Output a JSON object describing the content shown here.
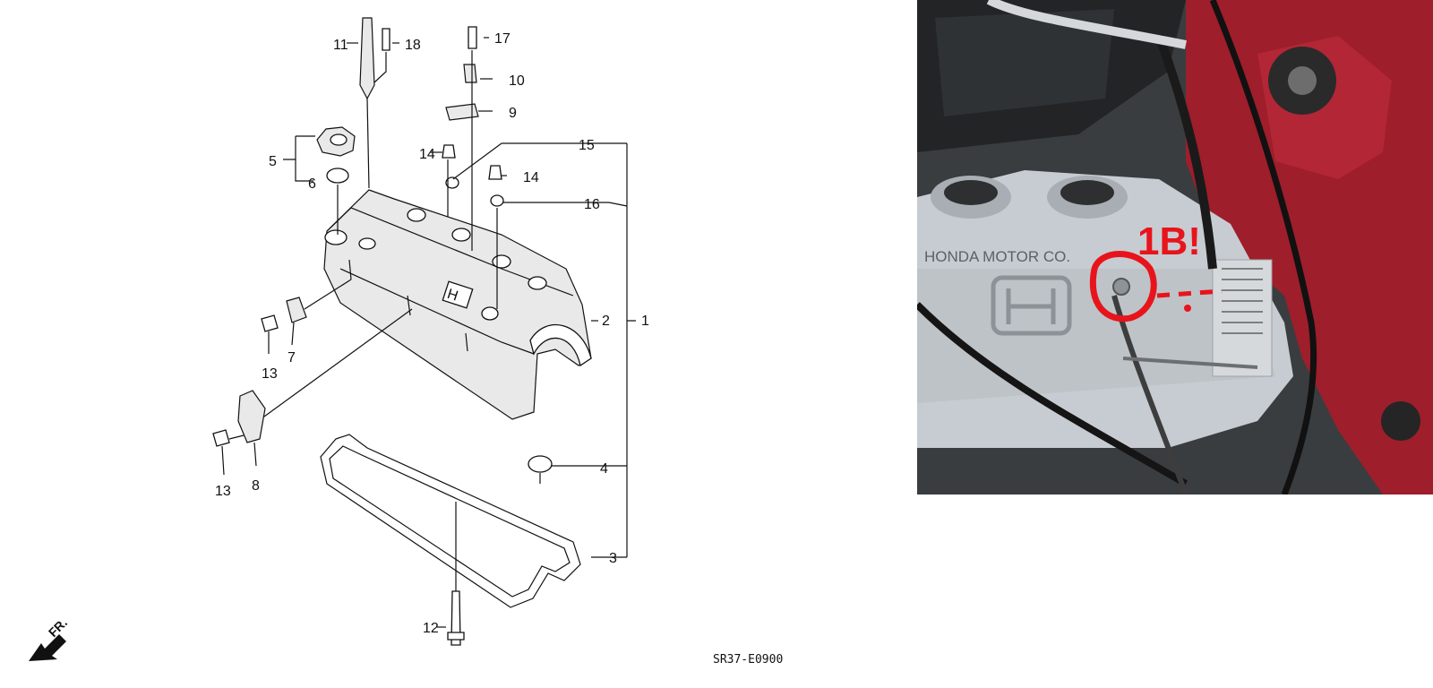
{
  "diagram": {
    "callouts": [
      {
        "id": "c1",
        "text": "1"
      },
      {
        "id": "c2",
        "text": "2"
      },
      {
        "id": "c3",
        "text": "3"
      },
      {
        "id": "c4",
        "text": "4"
      },
      {
        "id": "c5",
        "text": "5"
      },
      {
        "id": "c6",
        "text": "6"
      },
      {
        "id": "c7",
        "text": "7"
      },
      {
        "id": "c8",
        "text": "8"
      },
      {
        "id": "c9",
        "text": "9"
      },
      {
        "id": "c10",
        "text": "10"
      },
      {
        "id": "c11",
        "text": "11"
      },
      {
        "id": "c12",
        "text": "12"
      },
      {
        "id": "c13a",
        "text": "13"
      },
      {
        "id": "c13b",
        "text": "13"
      },
      {
        "id": "c14a",
        "text": "14"
      },
      {
        "id": "c14b",
        "text": "14"
      },
      {
        "id": "c15",
        "text": "15"
      },
      {
        "id": "c16",
        "text": "16"
      },
      {
        "id": "c17",
        "text": "17"
      },
      {
        "id": "c18",
        "text": "18"
      }
    ],
    "front_label": "FR.",
    "diagram_code": "SR37-E0900"
  },
  "photo": {
    "plate_text": "HONDA MOTOR CO.",
    "annotation": "1B!"
  },
  "colors": {
    "ink": "#111111",
    "annotation_red": "#e8141c",
    "engine_body": "#c7ccd2",
    "car_red": "#9e1e2b"
  }
}
